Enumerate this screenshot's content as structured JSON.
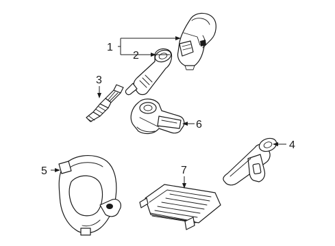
{
  "callouts": [
    {
      "id": "1",
      "label": "1"
    },
    {
      "id": "2",
      "label": "2"
    },
    {
      "id": "3",
      "label": "3"
    },
    {
      "id": "4",
      "label": "4"
    },
    {
      "id": "5",
      "label": "5"
    },
    {
      "id": "6",
      "label": "6"
    },
    {
      "id": "7",
      "label": "7"
    }
  ],
  "colors": {
    "line": "#1a1a1a",
    "background": "#ffffff"
  },
  "parts": [
    "ignition-coil",
    "coil-boot",
    "spark-plug",
    "knock-sensor",
    "crankshaft-position-sensor",
    "camshaft-position-sensor",
    "engine-control-module"
  ]
}
